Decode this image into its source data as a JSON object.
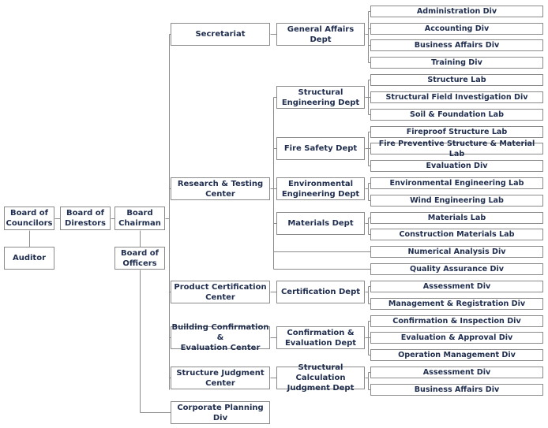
{
  "org_chart": {
    "top": {
      "councilors": "Board of\nCouncilors",
      "directors": "Board of\nDirestors",
      "chairman": "Board\nChairman",
      "auditor": "Auditor",
      "officers": "Board of\nOfficers"
    },
    "secretariat": {
      "label": "Secretariat",
      "depts": [
        {
          "label": "General Affairs Dept",
          "divs": [
            "Administration Div",
            "Accounting Div",
            "Business Affairs Div",
            "Training Div"
          ]
        }
      ]
    },
    "research": {
      "label": "Research & Testing\nCenter",
      "depts": [
        {
          "label": "Structural\nEngineering Dept",
          "divs": [
            "Structure Lab",
            "Structural Field Investigation Div",
            "Soil & Foundation Lab"
          ]
        },
        {
          "label": "Fire Safety Dept",
          "divs": [
            "Fireproof Structure Lab",
            "Fire Preventive Structure & Material Lab",
            "Evaluation Div"
          ]
        },
        {
          "label": "Environmental\nEngineering Dept",
          "divs": [
            "Environmental Engineering Lab",
            "Wind Engineering Lab"
          ]
        },
        {
          "label": "Materials Dept",
          "divs": [
            "Materials Lab",
            "Construction Materials Lab"
          ]
        }
      ],
      "direct_divs": [
        "Numerical Analysis Div",
        "Quality Assurance Div"
      ]
    },
    "product": {
      "label": "Product Certification\nCenter",
      "depts": [
        {
          "label": "Certification Dept",
          "divs": [
            "Assessment Div",
            "Management & Registration Div"
          ]
        }
      ]
    },
    "building": {
      "label": "Building Confirmation &\nEvaluation Center",
      "depts": [
        {
          "label": "Confirmation &\nEvaluation Dept",
          "divs": [
            "Confirmation & Inspection Div",
            "Evaluation & Approval Div",
            "Operation Management Div"
          ]
        }
      ]
    },
    "judgment": {
      "label": "Structure Judgment\nCenter",
      "depts": [
        {
          "label": "Structural Calculation\nJudgment Dept",
          "divs": [
            "Assessment Div",
            "Business Affairs Div"
          ]
        }
      ]
    },
    "planning": {
      "label": "Corporate Planning Div"
    }
  }
}
